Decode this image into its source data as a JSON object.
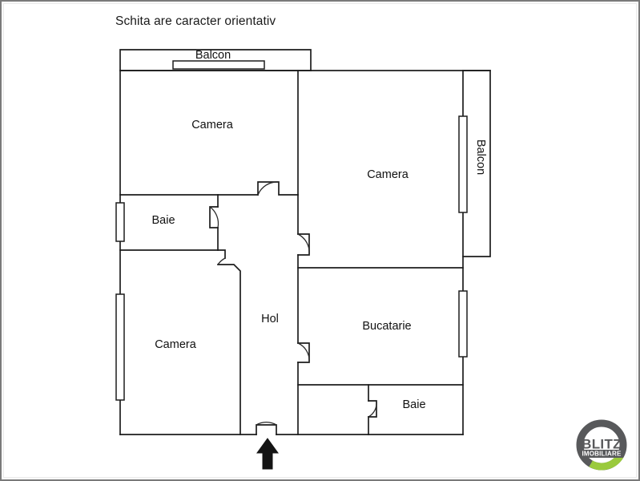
{
  "document": {
    "title": "Schita are caracter orientativ",
    "type": "floor-plan",
    "language": "ro"
  },
  "plan": {
    "rooms": [
      {
        "id": "balcon-top",
        "label": "Balcon",
        "orientation": "horizontal"
      },
      {
        "id": "camera-top-left",
        "label": "Camera",
        "orientation": "horizontal"
      },
      {
        "id": "camera-top-right",
        "label": "Camera",
        "orientation": "horizontal"
      },
      {
        "id": "balcon-right",
        "label": "Balcon",
        "orientation": "vertical"
      },
      {
        "id": "baie-left",
        "label": "Baie",
        "orientation": "horizontal"
      },
      {
        "id": "hol",
        "label": "Hol",
        "orientation": "horizontal"
      },
      {
        "id": "camera-bottom-left",
        "label": "Camera",
        "orientation": "horizontal"
      },
      {
        "id": "bucatarie",
        "label": "Bucatarie",
        "orientation": "horizontal"
      },
      {
        "id": "baie-bottom",
        "label": "Baie",
        "orientation": "horizontal"
      }
    ],
    "entrance": {
      "marker": "up-arrow",
      "description": "intrare"
    }
  },
  "logo": {
    "primary_text": "BLITZ",
    "secondary_text": "IMOBILIARE",
    "ring_color": "#58595b",
    "accent_color": "#9aca3c",
    "text_color": "#58595b",
    "band_color": "#58595b",
    "band_text_color": "#ffffff"
  },
  "colors": {
    "wall": "#1d1d1d",
    "background": "#ffffff",
    "frame": "#7a7a7a",
    "text": "#111111"
  }
}
